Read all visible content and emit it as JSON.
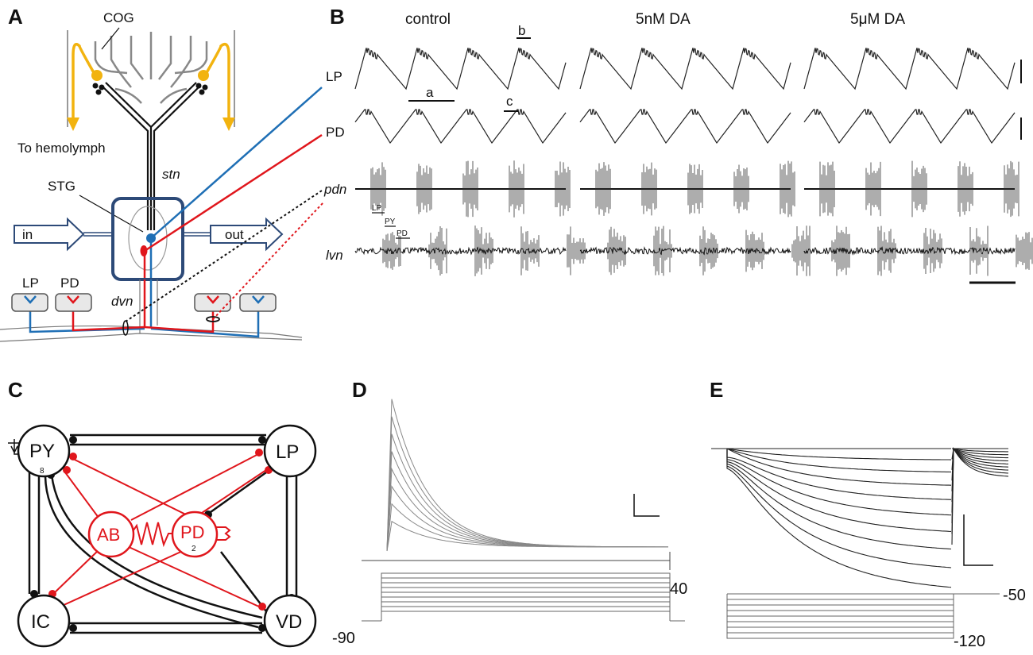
{
  "panels": {
    "a": "A",
    "b": "B",
    "c": "C",
    "d": "D",
    "e": "E"
  },
  "panel_a": {
    "cog": "COG",
    "hemolymph": "To hemolymph",
    "stg": "STG",
    "stn": "stn",
    "dvn": "dvn",
    "in_label": "in",
    "out_label": "out",
    "lp": "LP",
    "pd": "PD",
    "colors": {
      "lp": "#1f6fb5",
      "pd": "#e0161c",
      "yellow": "#f2b30f",
      "box": "#2d4a78"
    }
  },
  "panel_b": {
    "conditions": [
      "control",
      "5nM DA",
      "5μM DA"
    ],
    "rows": {
      "lp": "LP",
      "pd": "PD",
      "pdn": "pdn",
      "lvn": "lvn"
    },
    "marks": {
      "a": "a",
      "b": "b",
      "c": "c"
    },
    "burst_labels": {
      "lp": "LP",
      "py": "PY",
      "pd": "PD"
    }
  },
  "panel_c": {
    "nodes": {
      "py": "PY",
      "py_count": "8",
      "lp": "LP",
      "ab": "AB",
      "pd": "PD",
      "pd_count": "2",
      "ic": "IC",
      "vd": "VD"
    }
  },
  "panel_d": {
    "label_top": "40",
    "label_bottom": "-90"
  },
  "panel_e": {
    "label_top": "-50",
    "label_bottom": "-120"
  }
}
